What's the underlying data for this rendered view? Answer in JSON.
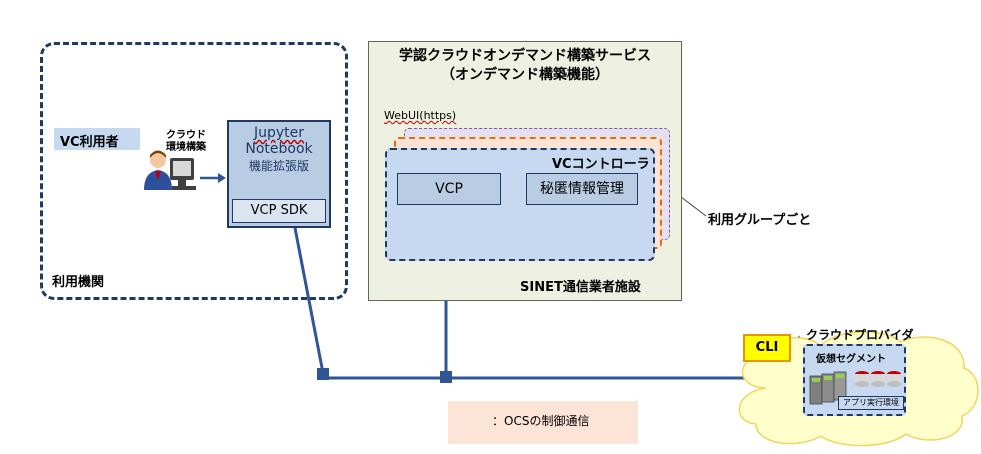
{
  "org": {
    "label": "利用機関"
  },
  "vc_user": {
    "label": "VC利用者"
  },
  "cloud_build": {
    "line1": "クラウド",
    "line2": "環境構築"
  },
  "jupyter": {
    "line1": "Jupyter",
    "line2": "Notebook",
    "line3": "機能拡張版"
  },
  "sdk": {
    "label": "VCP SDK"
  },
  "service": {
    "title_line1": "学認クラウドオンデマンド構築サービス",
    "title_line2": "（オンデマンド構築機能）",
    "facility": "SINET通信業者施設"
  },
  "webui": {
    "label": "WebUI(https)"
  },
  "vc_controller": {
    "label": "VCコントローラ",
    "vcp": "VCP",
    "secret": "秘匿情報管理"
  },
  "per_group": {
    "label": "利用グループごと"
  },
  "provider": {
    "label": "クラウドプロバイダ",
    "cli": "CLI",
    "segment": "仮想セグメント",
    "app_env": "アプリ実行環境"
  },
  "legend": {
    "text": "：OCSの制御通信"
  },
  "colors": {
    "navy": "#1f3864",
    "line": "#2f5597",
    "light_blue": "#c6d9f0",
    "cli_yellow": "#ffff00",
    "cloud": "#ffffcc",
    "legend_bg": "#fce4d6"
  }
}
